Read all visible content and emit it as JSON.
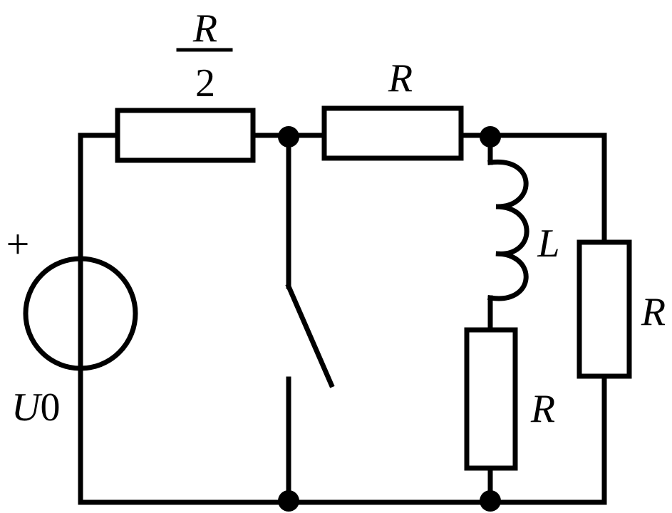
{
  "diagram": {
    "source_sign": "+",
    "source_label_main": "U",
    "source_label_sub": "0",
    "r_half_numerator": "R",
    "r_half_denominator": "2",
    "r_top_label": "R",
    "inductor_label": "L",
    "r_series_label": "R",
    "r_right_label": "R"
  }
}
